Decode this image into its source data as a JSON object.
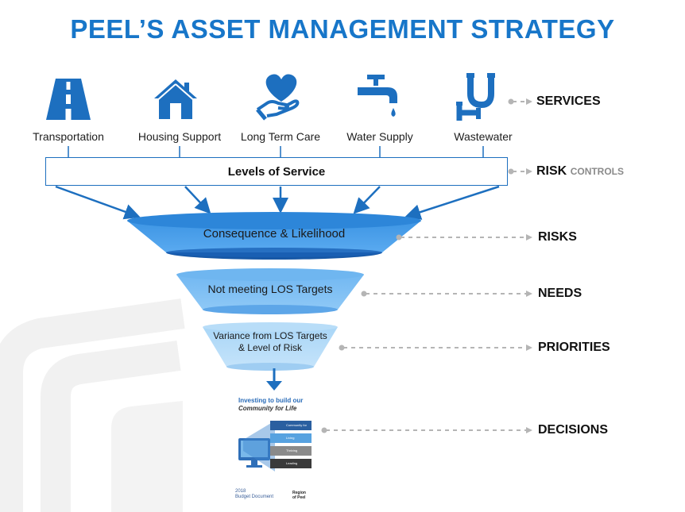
{
  "title": "PEEL’S ASSET MANAGEMENT STRATEGY",
  "services": [
    {
      "label": "Transportation",
      "icon": "road-icon"
    },
    {
      "label": "Housing Support",
      "icon": "house-icon"
    },
    {
      "label": "Long Term Care",
      "icon": "heart-hand-icon"
    },
    {
      "label": "Water Supply",
      "icon": "faucet-icon"
    },
    {
      "label": "Wastewater",
      "icon": "pipe-icon"
    }
  ],
  "levels_of_service": "Levels of Service",
  "funnel": {
    "stage1": "Consequence & Likelihood",
    "stage2": "Not meeting LOS Targets",
    "stage3_line1": "Variance from LOS Targets",
    "stage3_line2": "& Level of Risk"
  },
  "right_labels": {
    "services": "SERVICES",
    "risk": "RISK",
    "risk_sub": "CONTROLS",
    "risks": "RISKS",
    "needs": "NEEDS",
    "priorities": "PRIORITIES",
    "decisions": "DECISIONS"
  },
  "document": {
    "title_line1": "Investing to build our",
    "title_line2": "Community for Life",
    "band1": "Community for Life",
    "band2": "Living",
    "band3": "Thriving",
    "band4": "Leading",
    "year": "2018",
    "name": "Budget Document",
    "region_line1": "Region",
    "region_line2": "of Peel"
  },
  "colors": {
    "brand_blue": "#1776c9",
    "funnel_dark": "#1f73c8",
    "funnel_mid": "#58a8ec",
    "funnel_light": "#9fd0f6",
    "dotted": "#b5b5b5"
  }
}
